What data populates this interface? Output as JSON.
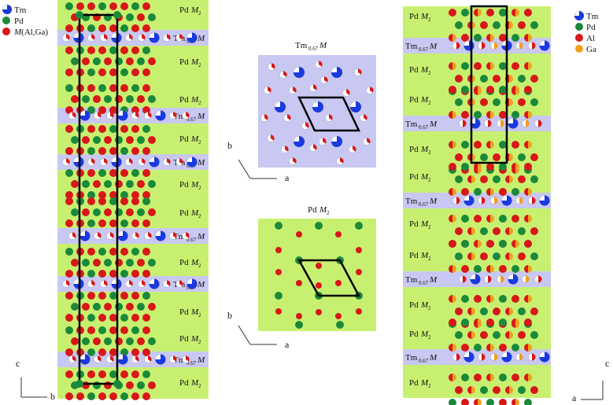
{
  "legend_left": [
    {
      "name": "Tm-legend",
      "text": "Tm",
      "color": "#1a3ae0"
    },
    {
      "name": "Pd-legend",
      "text": "Pd",
      "color": "#1a8a3a"
    },
    {
      "name": "M-legend",
      "text": "M(Al,Ga)",
      "color": "#d81818"
    }
  ],
  "legend_right": [
    {
      "name": "Tm-legend",
      "text": "Tm",
      "color": "#1a3ae0"
    },
    {
      "name": "Pd-legend",
      "text": "Pd",
      "color": "#1a8a3a"
    },
    {
      "name": "Al-legend",
      "text": "Al",
      "color": "#d81818"
    },
    {
      "name": "Ga-legend",
      "text": "Ga",
      "color": "#f0a020"
    }
  ],
  "layer_labels": {
    "pd_main": "Pd",
    "pd_sub": "M",
    "pd_sub2": "2",
    "tm_main": "Tm",
    "tm_sub": "0.67",
    "tm_tail": "M"
  },
  "inset_titles": {
    "tm": "Tm",
    "tm_sub": "0.67",
    "tm_tail": "M",
    "pd": "Pd",
    "pd_sub": "M",
    "pd_sub2": "2"
  },
  "axes": {
    "a": "a",
    "b": "b",
    "c": "c"
  },
  "colors": {
    "pd_layer": "#c8f070",
    "tm_layer": "#c8c8f2",
    "tm": "#1a3ae0",
    "pd": "#1a8a3a",
    "al": "#d81818",
    "ga": "#f0a020",
    "inset_tm_bg": "#c8c8f2",
    "inset_pd_bg": "#c8f070"
  }
}
